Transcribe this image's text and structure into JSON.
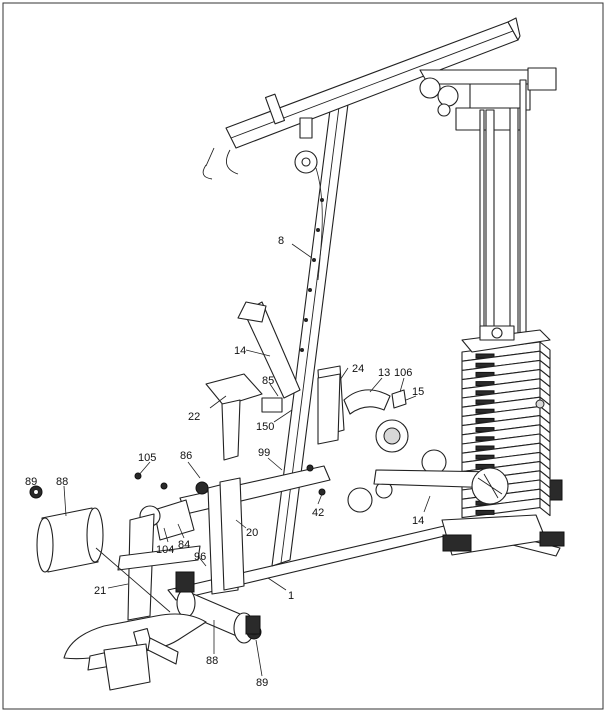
{
  "callouts": [
    {
      "id": "c8",
      "text": "8"
    },
    {
      "id": "c14a",
      "text": "14"
    },
    {
      "id": "c24",
      "text": "24"
    },
    {
      "id": "c13",
      "text": "13"
    },
    {
      "id": "c106",
      "text": "106"
    },
    {
      "id": "c15",
      "text": "15"
    },
    {
      "id": "c85",
      "text": "85"
    },
    {
      "id": "c22",
      "text": "22"
    },
    {
      "id": "c150",
      "text": "150"
    },
    {
      "id": "c105",
      "text": "105"
    },
    {
      "id": "c86",
      "text": "86"
    },
    {
      "id": "c99",
      "text": "99"
    },
    {
      "id": "c89a",
      "text": "89"
    },
    {
      "id": "c88a",
      "text": "88"
    },
    {
      "id": "c42",
      "text": "42"
    },
    {
      "id": "c14b",
      "text": "14"
    },
    {
      "id": "c104",
      "text": "104"
    },
    {
      "id": "c84",
      "text": "84"
    },
    {
      "id": "c20",
      "text": "20"
    },
    {
      "id": "c96",
      "text": "96"
    },
    {
      "id": "c21",
      "text": "21"
    },
    {
      "id": "c1",
      "text": "1"
    },
    {
      "id": "c88b",
      "text": "88"
    },
    {
      "id": "c89b",
      "text": "89"
    }
  ]
}
